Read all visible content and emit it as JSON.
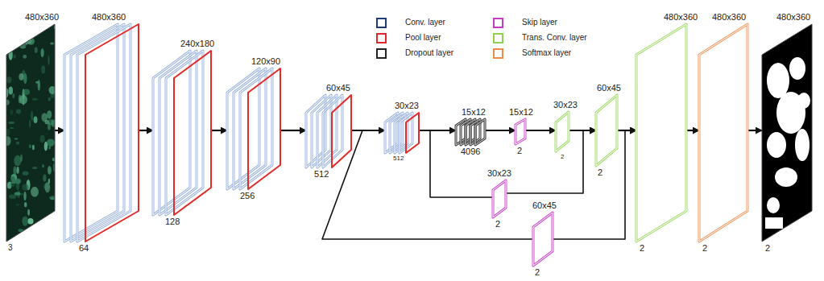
{
  "diagram": {
    "nodes": [
      {
        "text": [
          "480x360",
          "3"
        ]
      },
      {
        "text": [
          "480x360",
          "64"
        ]
      },
      {
        "text": [
          "240x180",
          "128"
        ]
      },
      {
        "text": [
          "120x90",
          "256"
        ]
      },
      {
        "text": [
          "60x45",
          "512"
        ]
      },
      {
        "text": [
          "30x23",
          "512"
        ]
      },
      {
        "text": [
          "15x12",
          "4096"
        ]
      },
      {
        "text": [
          "30x23",
          "2"
        ]
      },
      {
        "text": [
          "15x12",
          "2"
        ]
      },
      {
        "text": [
          "60x45",
          "2"
        ]
      },
      {
        "text": [
          "30x23",
          "2"
        ]
      },
      {
        "text": [
          "60x45",
          "2"
        ]
      },
      {
        "text": [
          "480x360",
          "2"
        ]
      },
      {
        "text": [
          "480x360",
          "2"
        ]
      },
      {
        "text": [
          "480x360",
          "2"
        ]
      }
    ],
    "edges": [
      {
        "from": 0,
        "to": 1,
        "arrow": "to"
      },
      {
        "from": 1,
        "to": 2,
        "arrow": "to"
      },
      {
        "from": 2,
        "to": 3,
        "arrow": "to"
      },
      {
        "from": 3,
        "to": 4,
        "arrow": "to"
      },
      {
        "from": 4,
        "to": 5,
        "arrow": "to"
      },
      {
        "from": 5,
        "to": 6,
        "arrow": "to"
      },
      {
        "from": 6,
        "to": 8,
        "arrow": "to"
      },
      {
        "from": 8,
        "to": 10,
        "arrow": "to"
      },
      {
        "from": 10,
        "to": 11,
        "arrow": "to"
      },
      {
        "from": 11,
        "to": 12,
        "arrow": "to"
      },
      {
        "from": 12,
        "to": 13,
        "arrow": "to"
      },
      {
        "from": 13,
        "to": 14,
        "arrow": "to"
      },
      {
        "from": 4,
        "to": 9,
        "arrow": "none"
      },
      {
        "from": 5,
        "to": 7,
        "arrow": "none"
      },
      {
        "from": 7,
        "to": 11,
        "arrow": "to"
      },
      {
        "from": 9,
        "to": 12,
        "arrow": "to"
      }
    ],
    "legend": [
      {
        "text": "Conv. layer",
        "color": "#1f3a7a"
      },
      {
        "text": "Skip layer",
        "color": "#c43dbf"
      },
      {
        "text": "Pool layer",
        "color": "#e3262b"
      },
      {
        "text": "Trans. Conv. layer",
        "color": "#8fd14f"
      },
      {
        "text": "Dropout layer",
        "color": "#222222"
      },
      {
        "text": "Softmax layer",
        "color": "#f08a4b"
      }
    ]
  }
}
